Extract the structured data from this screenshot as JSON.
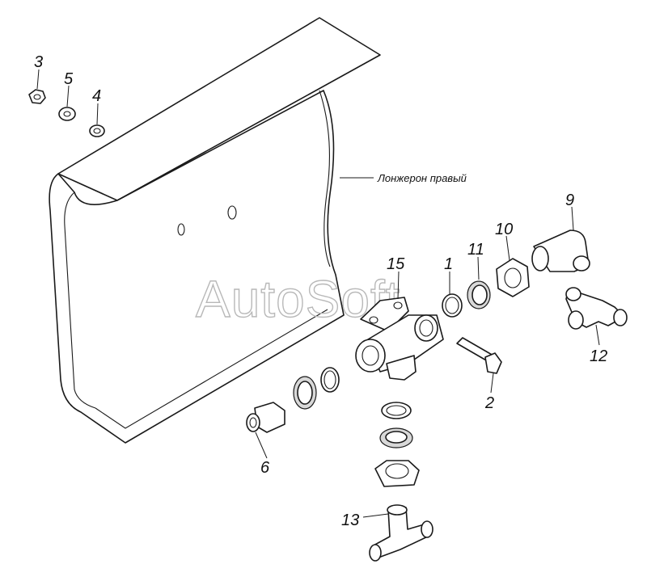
{
  "watermark": "AutoSoft",
  "callout_label": "Лонжерон правый",
  "parts": [
    {
      "id": "3",
      "num": "3"
    },
    {
      "id": "5",
      "num": "5"
    },
    {
      "id": "4",
      "num": "4"
    },
    {
      "id": "15",
      "num": "15"
    },
    {
      "id": "1",
      "num": "1"
    },
    {
      "id": "11",
      "num": "11"
    },
    {
      "id": "10",
      "num": "10"
    },
    {
      "id": "9",
      "num": "9"
    },
    {
      "id": "12",
      "num": "12"
    },
    {
      "id": "2",
      "num": "2"
    },
    {
      "id": "6",
      "num": "6"
    },
    {
      "id": "13",
      "num": "13"
    }
  ]
}
